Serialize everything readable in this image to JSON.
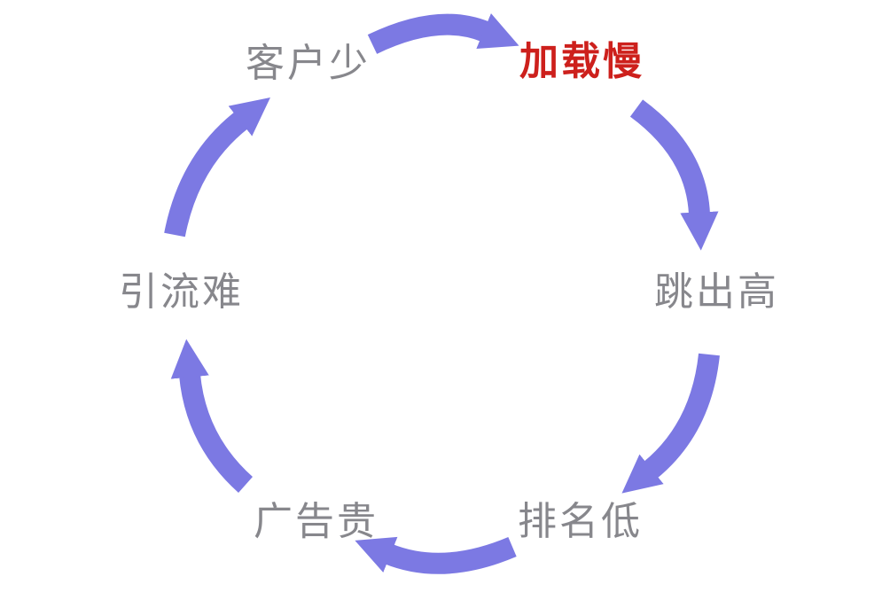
{
  "diagram": {
    "type": "cycle",
    "direction": "clockwise",
    "colors": {
      "background": "#ffffff",
      "arrow": "#7c79e3",
      "label": "#87878c",
      "highlight": "#cd201c"
    },
    "nodes": [
      {
        "id": "few-customers",
        "label": "客户少",
        "emphasis": false
      },
      {
        "id": "slow-loading",
        "label": "加载慢",
        "emphasis": true
      },
      {
        "id": "high-bounce",
        "label": "跳出高",
        "emphasis": false
      },
      {
        "id": "low-ranking",
        "label": "排名低",
        "emphasis": false
      },
      {
        "id": "expensive-ads",
        "label": "广告贵",
        "emphasis": false
      },
      {
        "id": "hard-traffic",
        "label": "引流难",
        "emphasis": false
      }
    ]
  }
}
